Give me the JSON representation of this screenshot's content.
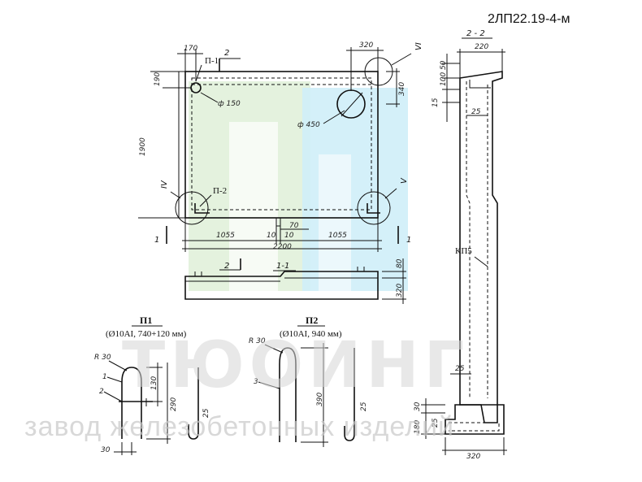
{
  "header": {
    "product_code": "2ЛП22.19-4-м"
  },
  "watermark": {
    "brand": "ТЮОИНГ",
    "tagline": "завод железобетонных изделий"
  },
  "plan": {
    "dims": {
      "left_edge": "170",
      "top_right": "320",
      "left_top": "190",
      "height": "1900",
      "hole_small": "ф 150",
      "hole_large": "ф 450",
      "right_offset": "340",
      "bottom_left": "1055",
      "bottom_right": "1055",
      "joint_a": "10",
      "joint_b": "10",
      "joint_c": "70",
      "total_width": "2200"
    },
    "labels": {
      "p1": "П-1",
      "p2": "П-2",
      "cut_2_top": "2",
      "cut_1_left": "1",
      "cut_1_right": "1",
      "node_IV": "IV",
      "node_V": "V",
      "node_VI": "VI"
    }
  },
  "elevation": {
    "cut_label": "2",
    "section_label": "1-1",
    "dim_80": "80",
    "dim_320": "320"
  },
  "section22": {
    "title": "2 - 2",
    "dim_220": "220",
    "dim_50": "50",
    "dim_100": "100",
    "dim_15": "15",
    "dim_25_top": "25",
    "kp_label": "КП5",
    "dim_25_bottom": "25",
    "dim_30": "30",
    "dim_25_side": "25",
    "dim_180": "180",
    "dim_320": "320"
  },
  "loops": {
    "p1": {
      "title": "П1",
      "spec": "(Ø10AI, 740+120 мм)",
      "r": "R 30",
      "m1": "1",
      "m2": "2",
      "d130": "130",
      "d290": "290",
      "d30": "30",
      "d25": "25"
    },
    "p2": {
      "title": "П2",
      "spec": "(Ø10AI, 940 мм)",
      "r": "R 30",
      "m3": "3",
      "d390": "390",
      "d25": "25"
    }
  }
}
